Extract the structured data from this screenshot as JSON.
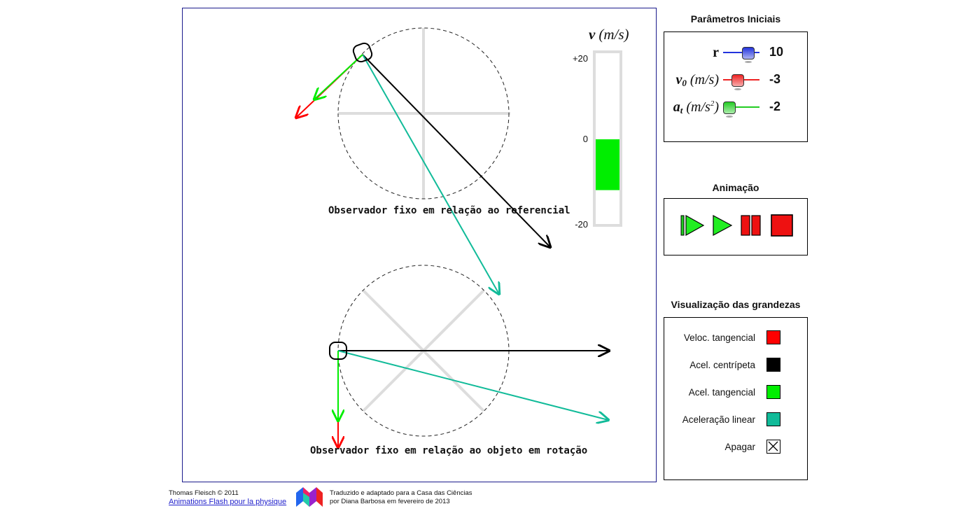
{
  "scene": {
    "caption_top": "Observador fixo em relação ao referencial",
    "caption_bottom": "Observador fixo em relação ao objeto em rotação"
  },
  "velocity_gauge": {
    "title_symbol": "v",
    "title_unit": "(m/s)",
    "tick_max": "+20",
    "tick_zero": "0",
    "tick_min": "-20",
    "range": [
      -20,
      20
    ],
    "value": -12,
    "fill_color": "#00ee00"
  },
  "params": {
    "title": "Parâmetros Iniciais",
    "r": {
      "label": "r",
      "value": "10",
      "level": 0.8,
      "color": "#2233dd"
    },
    "v0": {
      "symbol": "v",
      "sub": "0",
      "unit": "(m/s)",
      "value": "-3",
      "level": 0.35,
      "color": "#ee2222"
    },
    "at": {
      "symbol": "a",
      "sub": "t",
      "unit_pre": "(m/s",
      "unit_sup": "2",
      "unit_post": ")",
      "value": "-2",
      "level": 0.0,
      "color": "#22cc22"
    }
  },
  "animation": {
    "title": "Animação",
    "buttons": [
      "step-play-icon",
      "play-icon",
      "pause-icon",
      "stop-icon"
    ]
  },
  "visualization": {
    "title": "Visualização das grandezas",
    "items": [
      {
        "label": "Veloc. tangencial",
        "color": "#ff0000"
      },
      {
        "label": "Acel. centrípeta",
        "color": "#000000"
      },
      {
        "label": "Acel. tangencial",
        "color": "#00ee00"
      },
      {
        "label": "Aceleração linear",
        "color": "#11bb99"
      },
      {
        "label": "Apagar",
        "color": "#ffffff"
      }
    ]
  },
  "colors": {
    "tangential_velocity": "#ff0000",
    "centripetal_accel": "#000000",
    "tangential_accel": "#00ee00",
    "linear_accel": "#11bb99",
    "axes": "#dddddd"
  },
  "footer": {
    "author": "Thomas Fleisch © 2011",
    "link_text": "Animations Flash pour la physique",
    "credit_line1": "Traduzido e adaptado para a Casa das Ciências",
    "credit_line2": "por Diana Barbosa em fevereiro de 2013"
  }
}
